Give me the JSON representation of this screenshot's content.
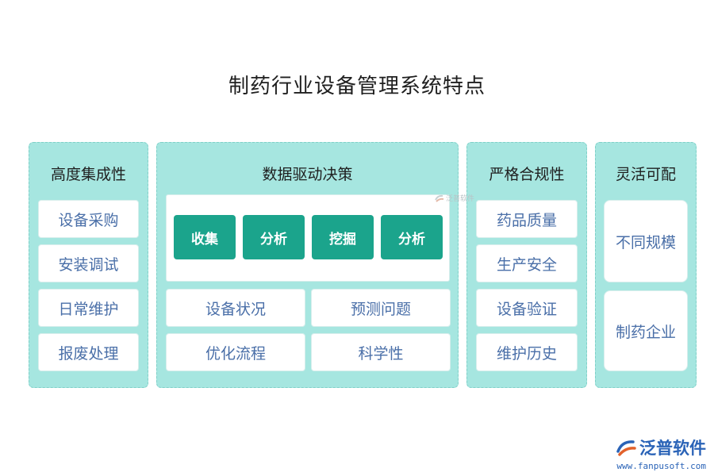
{
  "title": "制药行业设备管理系统特点",
  "panels": [
    {
      "title": "高度集成性",
      "items": [
        "设备采购",
        "安装调试",
        "日常维护",
        "报废处理"
      ]
    },
    {
      "title": "数据驱动决策",
      "steps": [
        "收集",
        "分析",
        "挖掘",
        "分析"
      ],
      "items": [
        "设备状况",
        "预测问题",
        "优化流程",
        "科学性"
      ]
    },
    {
      "title": "严格合规性",
      "items": [
        "药品质量",
        "生产安全",
        "设备验证",
        "维护历史"
      ]
    },
    {
      "title": "灵活可配",
      "items": [
        "不同规模",
        "制药企业"
      ]
    }
  ],
  "watermark_small": "泛普软件",
  "logo": {
    "name": "泛普软件",
    "url": "www.fanpusoft.com"
  },
  "colors": {
    "panel": "#a6e6e0",
    "button": "#1ba48c",
    "card_text": "#4a6fa8",
    "logo": "#2a63b7"
  }
}
